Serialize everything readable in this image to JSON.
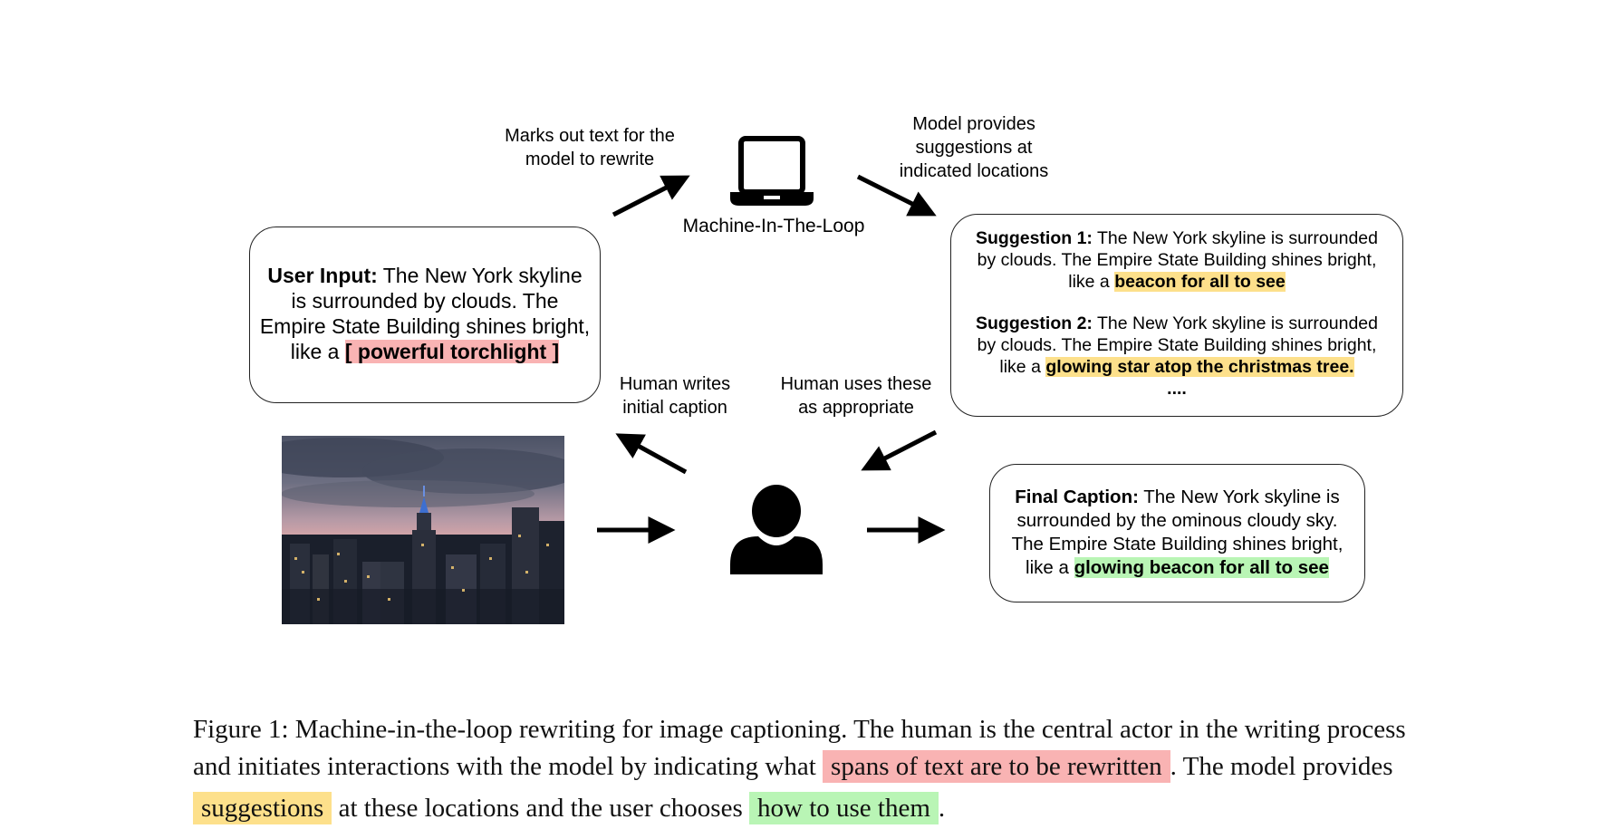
{
  "diagram": {
    "laptop_label": "Machine-In-The-Loop",
    "marks_label": [
      "Marks out text for the",
      "model to rewrite"
    ],
    "model_label": [
      "Model provides",
      "suggestions at",
      "indicated locations"
    ],
    "writes_label": [
      "Human writes",
      "initial caption"
    ],
    "uses_label": [
      "Human uses these",
      "as appropriate"
    ],
    "user_input": {
      "title": "User Input:",
      "line1": " The New York skyline",
      "line2": "is surrounded by clouds. The",
      "line3": "Empire State Building shines bright,",
      "line4": "like a ",
      "highlight": "[ powerful torchlight ]"
    },
    "suggestion1": {
      "title": "Suggestion 1:",
      "line1": " The New York skyline is surrounded",
      "line2": "by clouds. The Empire State Building shines bright,",
      "line3": "like a ",
      "highlight": "beacon for all to see"
    },
    "suggestion2": {
      "title": "Suggestion 2:",
      "line1": " The New York skyline is surrounded",
      "line2": "by clouds. The Empire State Building shines bright,",
      "line3": "like a ",
      "highlight": "glowing star atop the christmas tree.",
      "ellipsis": "...."
    },
    "final_caption": {
      "title": "Final Caption:",
      "line1": " The New York skyline is",
      "line2": "surrounded by the ominous cloudy sky.",
      "line3": "The Empire State Building shines bright,",
      "line4": "like a ",
      "highlight": "glowing beacon for all to see"
    },
    "colors": {
      "red_highlight": "#f9b3b3",
      "yellow_highlight": "#fde08b",
      "green_highlight": "#b9f5b5"
    },
    "icons": [
      "laptop-icon",
      "person-icon",
      "city-skyline-photo"
    ]
  },
  "caption": {
    "l1": "Figure 1: Machine-in-the-loop rewriting for image captioning. The human is the central actor in the writing process",
    "l2a": "and initiates interactions with the model by indicating what",
    "l2_red": "spans of text are to be rewritten",
    "l2b": ". The model provides",
    "l3_yellow": "suggestions",
    "l3a": " at these locations and the user chooses ",
    "l3_green": "how to use them",
    "l3b": "."
  }
}
